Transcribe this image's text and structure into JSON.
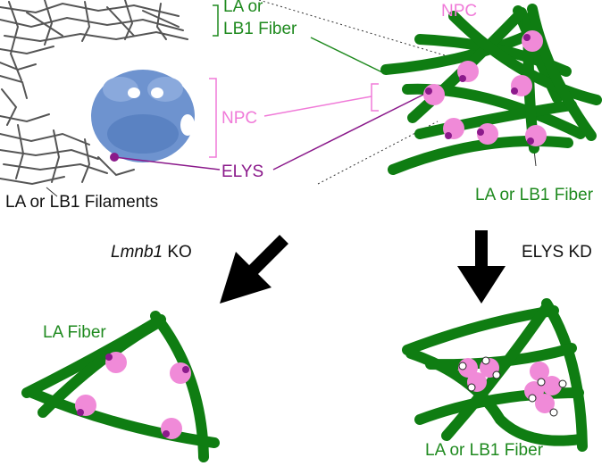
{
  "labels": {
    "fiber_top_line1": "LA or",
    "fiber_top_line2": "LB1 Fiber",
    "npc_top_right": "NPC",
    "npc_mid": "NPC",
    "elys": "ELYS",
    "filaments": "LA or LB1 Filaments",
    "fiber_right": "LA or LB1 Fiber",
    "lmnb1_gene": "Lmnb1",
    "lmnb1_suffix": " KO",
    "elys_kd": "ELYS KD",
    "la_fiber": "LA Fiber",
    "fiber_bottom": "LA or LB1 Fiber"
  },
  "colors": {
    "fiber_green": "#0f7d12",
    "npc_pink": "#f08ad8",
    "elys_purple": "#8b1a8b",
    "filament_gray": "#555555",
    "npc_blue": "#6e93cf",
    "arrow_black": "#000000"
  }
}
